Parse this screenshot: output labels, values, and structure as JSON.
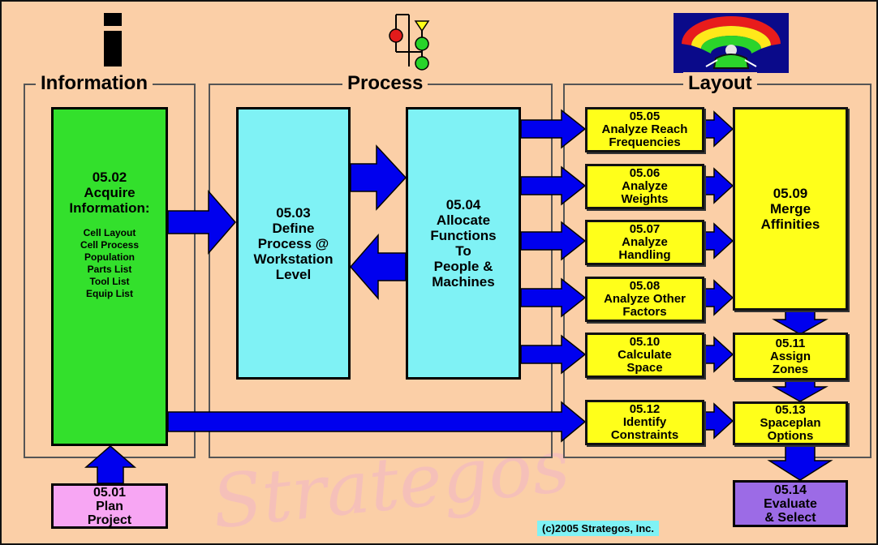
{
  "sections": {
    "information": "Information",
    "process": "Process",
    "layout": "Layout"
  },
  "boxes": {
    "acquire": {
      "num": "05.02",
      "title_1": "Acquire",
      "title_2": "Information:",
      "items": [
        "Cell Layout",
        "Cell Process",
        "Population",
        "Parts List",
        "Tool List",
        "Equip List"
      ]
    },
    "define": {
      "num": "05.03",
      "lines": [
        "Define",
        "Process @",
        "Workstation",
        "Level"
      ]
    },
    "allocate": {
      "num": "05.04",
      "lines": [
        "Allocate",
        "Functions",
        "To",
        "People &",
        "Machines"
      ]
    },
    "reach": {
      "num": "05.05",
      "lines": [
        "Analyze Reach",
        "Frequencies"
      ]
    },
    "weights": {
      "num": "05.06",
      "lines": [
        "Analyze",
        "Weights"
      ]
    },
    "handling": {
      "num": "05.07",
      "lines": [
        "Analyze",
        "Handling"
      ]
    },
    "other": {
      "num": "05.08",
      "lines": [
        "Analyze Other",
        "Factors"
      ]
    },
    "merge": {
      "num": "05.09",
      "lines": [
        "Merge",
        "Affinities"
      ]
    },
    "space": {
      "num": "05.10",
      "lines": [
        "Calculate",
        "Space"
      ]
    },
    "zones": {
      "num": "05.11",
      "lines": [
        "Assign",
        "Zones"
      ]
    },
    "constraints": {
      "num": "05.12",
      "lines": [
        "Identify",
        "Constraints"
      ]
    },
    "spaceplan": {
      "num": "05.13",
      "lines": [
        "Spaceplan",
        "Options"
      ]
    },
    "evaluate": {
      "num": "05.14",
      "lines": [
        "Evaluate",
        "& Select"
      ]
    },
    "plan": {
      "num": "05.01",
      "lines": [
        "Plan",
        "Project"
      ]
    }
  },
  "watermark": "Strategos",
  "copyright": "(c)2005 Strategos, Inc.",
  "colors": {
    "background": "#fbcfa7",
    "green": "#33e02c",
    "cyan": "#7ff2f5",
    "yellow": "#ffff1a",
    "pink": "#f7a6f3",
    "purple": "#9c6be6",
    "arrow": "#0000ee"
  },
  "icons": [
    "info-icon",
    "traffic-light-icon",
    "workstation-reach-icon"
  ]
}
